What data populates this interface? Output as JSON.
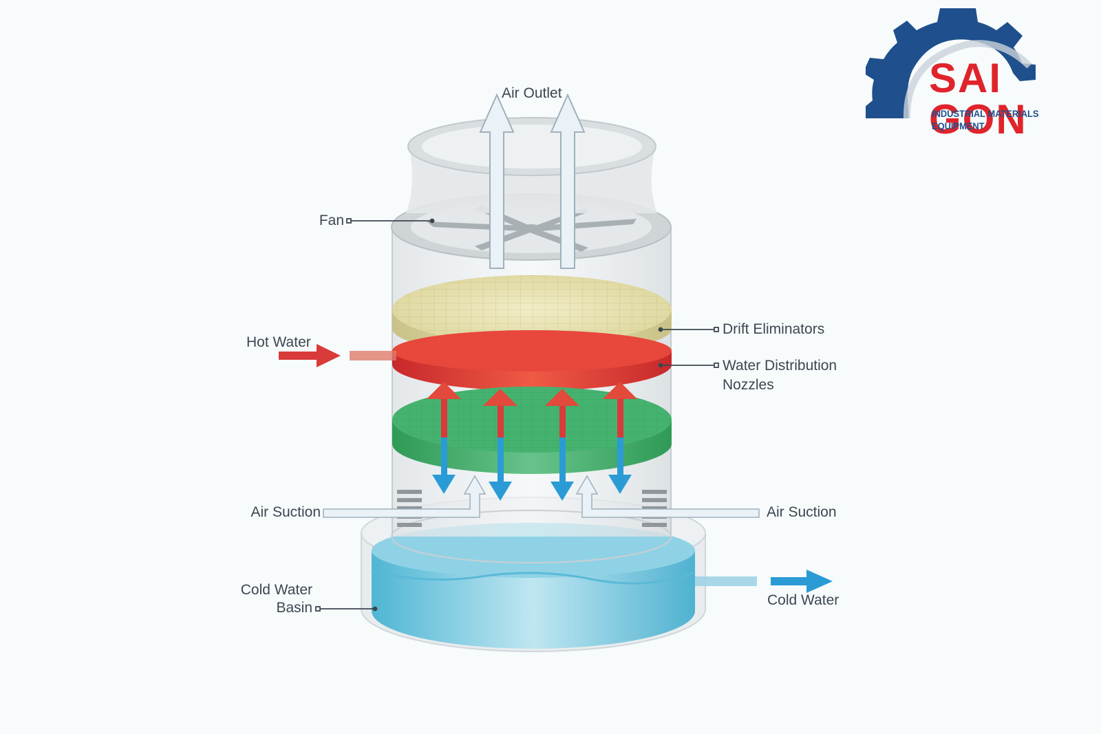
{
  "labels": {
    "air_outlet": "Air Outlet",
    "fan": "Fan",
    "drift_eliminators": "Drift Eliminators",
    "water_distribution_line1": "Water Distribution",
    "water_distribution_line2": "Nozzles",
    "hot_water": "Hot Water",
    "air_suction_left": "Air Suction",
    "air_suction_right": "Air Suction",
    "cold_water_basin_line1": "Cold Water",
    "cold_water_basin_line2": "Basin",
    "cold_water": "Cold Water"
  },
  "logo": {
    "brand": "SAI GON",
    "tagline": "INDUSTRIAL MATERIALS EQUIPMENT",
    "gear_icon": "gear-icon"
  },
  "colors": {
    "hot": "#d93a3a",
    "cold": "#2b9bd6",
    "air": "#e8f1f6",
    "drift": "#e4dfa6",
    "fill_media": "#3aa862",
    "basin": "#6cc6df",
    "logo_blue": "#1f4f8c",
    "logo_red": "#e0242b"
  }
}
